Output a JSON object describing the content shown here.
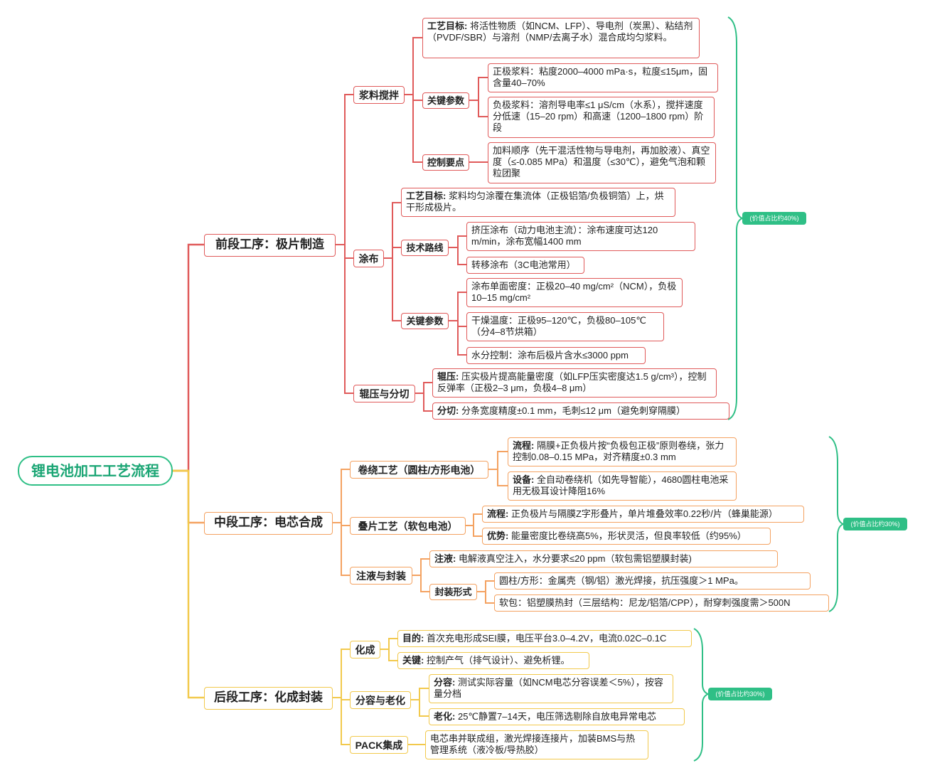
{
  "root": "锂电池加工工艺流程",
  "colors": {
    "root": "#2fbf86",
    "front": "#e05a5a",
    "middle": "#f4a261",
    "back": "#f2c94c"
  },
  "sections": {
    "front": {
      "title": "前段工序：极片制造",
      "share": "(价值占比约40%)",
      "mix": {
        "title": "浆料搅拌",
        "goal_label": "工艺目标:",
        "goal_text": "将活性物质（如NCM、LFP）、导电剂（炭黑）、粘结剂（PVDF/SBR）与溶剂（NMP/去离子水）混合成均匀浆料。",
        "params_label": "关键参数",
        "param1": "正极浆料：粘度2000–4000 mPa·s，粒度≤15μm，固含量40–70%",
        "param2": "负极浆料：溶剂导电率≤1 μS/cm（水系），搅拌速度分低速（15–20 rpm）和高速（1200–1800 rpm）阶段",
        "control_label": "控制要点",
        "control_text": "加料顺序（先干混活性物与导电剂，再加胶液）、真空度（≤-0.085 MPa）和温度（≤30℃），避免气泡和颗粒团聚"
      },
      "coat": {
        "title": "涂布",
        "goal_label": "工艺目标:",
        "goal_text": "浆料均匀涂覆在集流体（正极铝箔/负极铜箔）上，烘干形成极片。",
        "route_label": "技术路线",
        "route1": "挤压涂布（动力电池主流）：涂布速度可达120 m/min，涂布宽幅1400 mm",
        "route2": "转移涂布（3C电池常用）",
        "params_label": "关键参数",
        "param1": "涂布单面密度：正极20–40 mg/cm²（NCM），负极10–15 mg/cm²",
        "param2": "干燥温度：正极95–120℃，负极80–105℃（分4–8节烘箱）",
        "param3": "水分控制：涂布后极片含水≤3000 ppm"
      },
      "roll": {
        "title": "辊压与分切",
        "press_label": "辊压:",
        "press_text": "压实极片提高能量密度（如LFP压实密度达1.5 g/cm³），控制反弹率（正极2–3 μm，负极4–8 μm）",
        "slit_label": "分切:",
        "slit_text": "分条宽度精度±0.1 mm，毛刺≤12 μm（避免刺穿隔膜）"
      }
    },
    "middle": {
      "title": "中段工序：电芯合成",
      "share": "(价值占比约30%)",
      "wind": {
        "title": "卷绕工艺（圆柱/方形电池）",
        "flow_label": "流程:",
        "flow_text": "隔膜+正负极片按“负极包正极”原则卷绕，张力控制0.08–0.15 MPa，对齐精度±0.3 mm",
        "equip_label": "设备:",
        "equip_text": "全自动卷绕机（如先导智能），4680圆柱电池采用无极耳设计降阻16%"
      },
      "stack": {
        "title": "叠片工艺（软包电池）",
        "flow_label": "流程:",
        "flow_text": "正负极片与隔膜Z字形叠片，单片堆叠效率0.22秒/片（蜂巢能源）",
        "adv_label": "优势:",
        "adv_text": "能量密度比卷绕高5%，形状灵活，但良率较低（约95%）"
      },
      "fill": {
        "title": "注液与封装",
        "inject_label": "注液:",
        "inject_text": "电解液真空注入，水分要求≤20 ppm（软包需铝塑膜封装)",
        "pack_label": "封装形式",
        "pack1": "圆柱/方形：金属壳（钢/铝）激光焊接，抗压强度＞1 MPa。",
        "pack2": "软包：铝塑膜热封（三层结构：尼龙/铝箔/CPP），耐穿刺强度需＞500N"
      }
    },
    "back": {
      "title": "后段工序：化成封装",
      "share": "(价值占比约30%)",
      "form": {
        "title": "化成",
        "goal_label": "目的:",
        "goal_text": "首次充电形成SEI膜，电压平台3.0–4.2V，电流0.02C–0.1C",
        "key_label": "关键:",
        "key_text": "控制产气（排气设计）、避免析锂。"
      },
      "grade": {
        "title": "分容与老化",
        "cap_label": "分容:",
        "cap_text": "测试实际容量（如NCM电芯分容误差＜5%），按容量分档",
        "age_label": "老化:",
        "age_text": "25℃静置7–14天，电压筛选剔除自放电异常电芯"
      },
      "pack": {
        "title": "PACK集成",
        "text": "电芯串并联成组，激光焊接连接片，加装BMS与热管理系统（液冷板/导热胶）"
      }
    }
  }
}
